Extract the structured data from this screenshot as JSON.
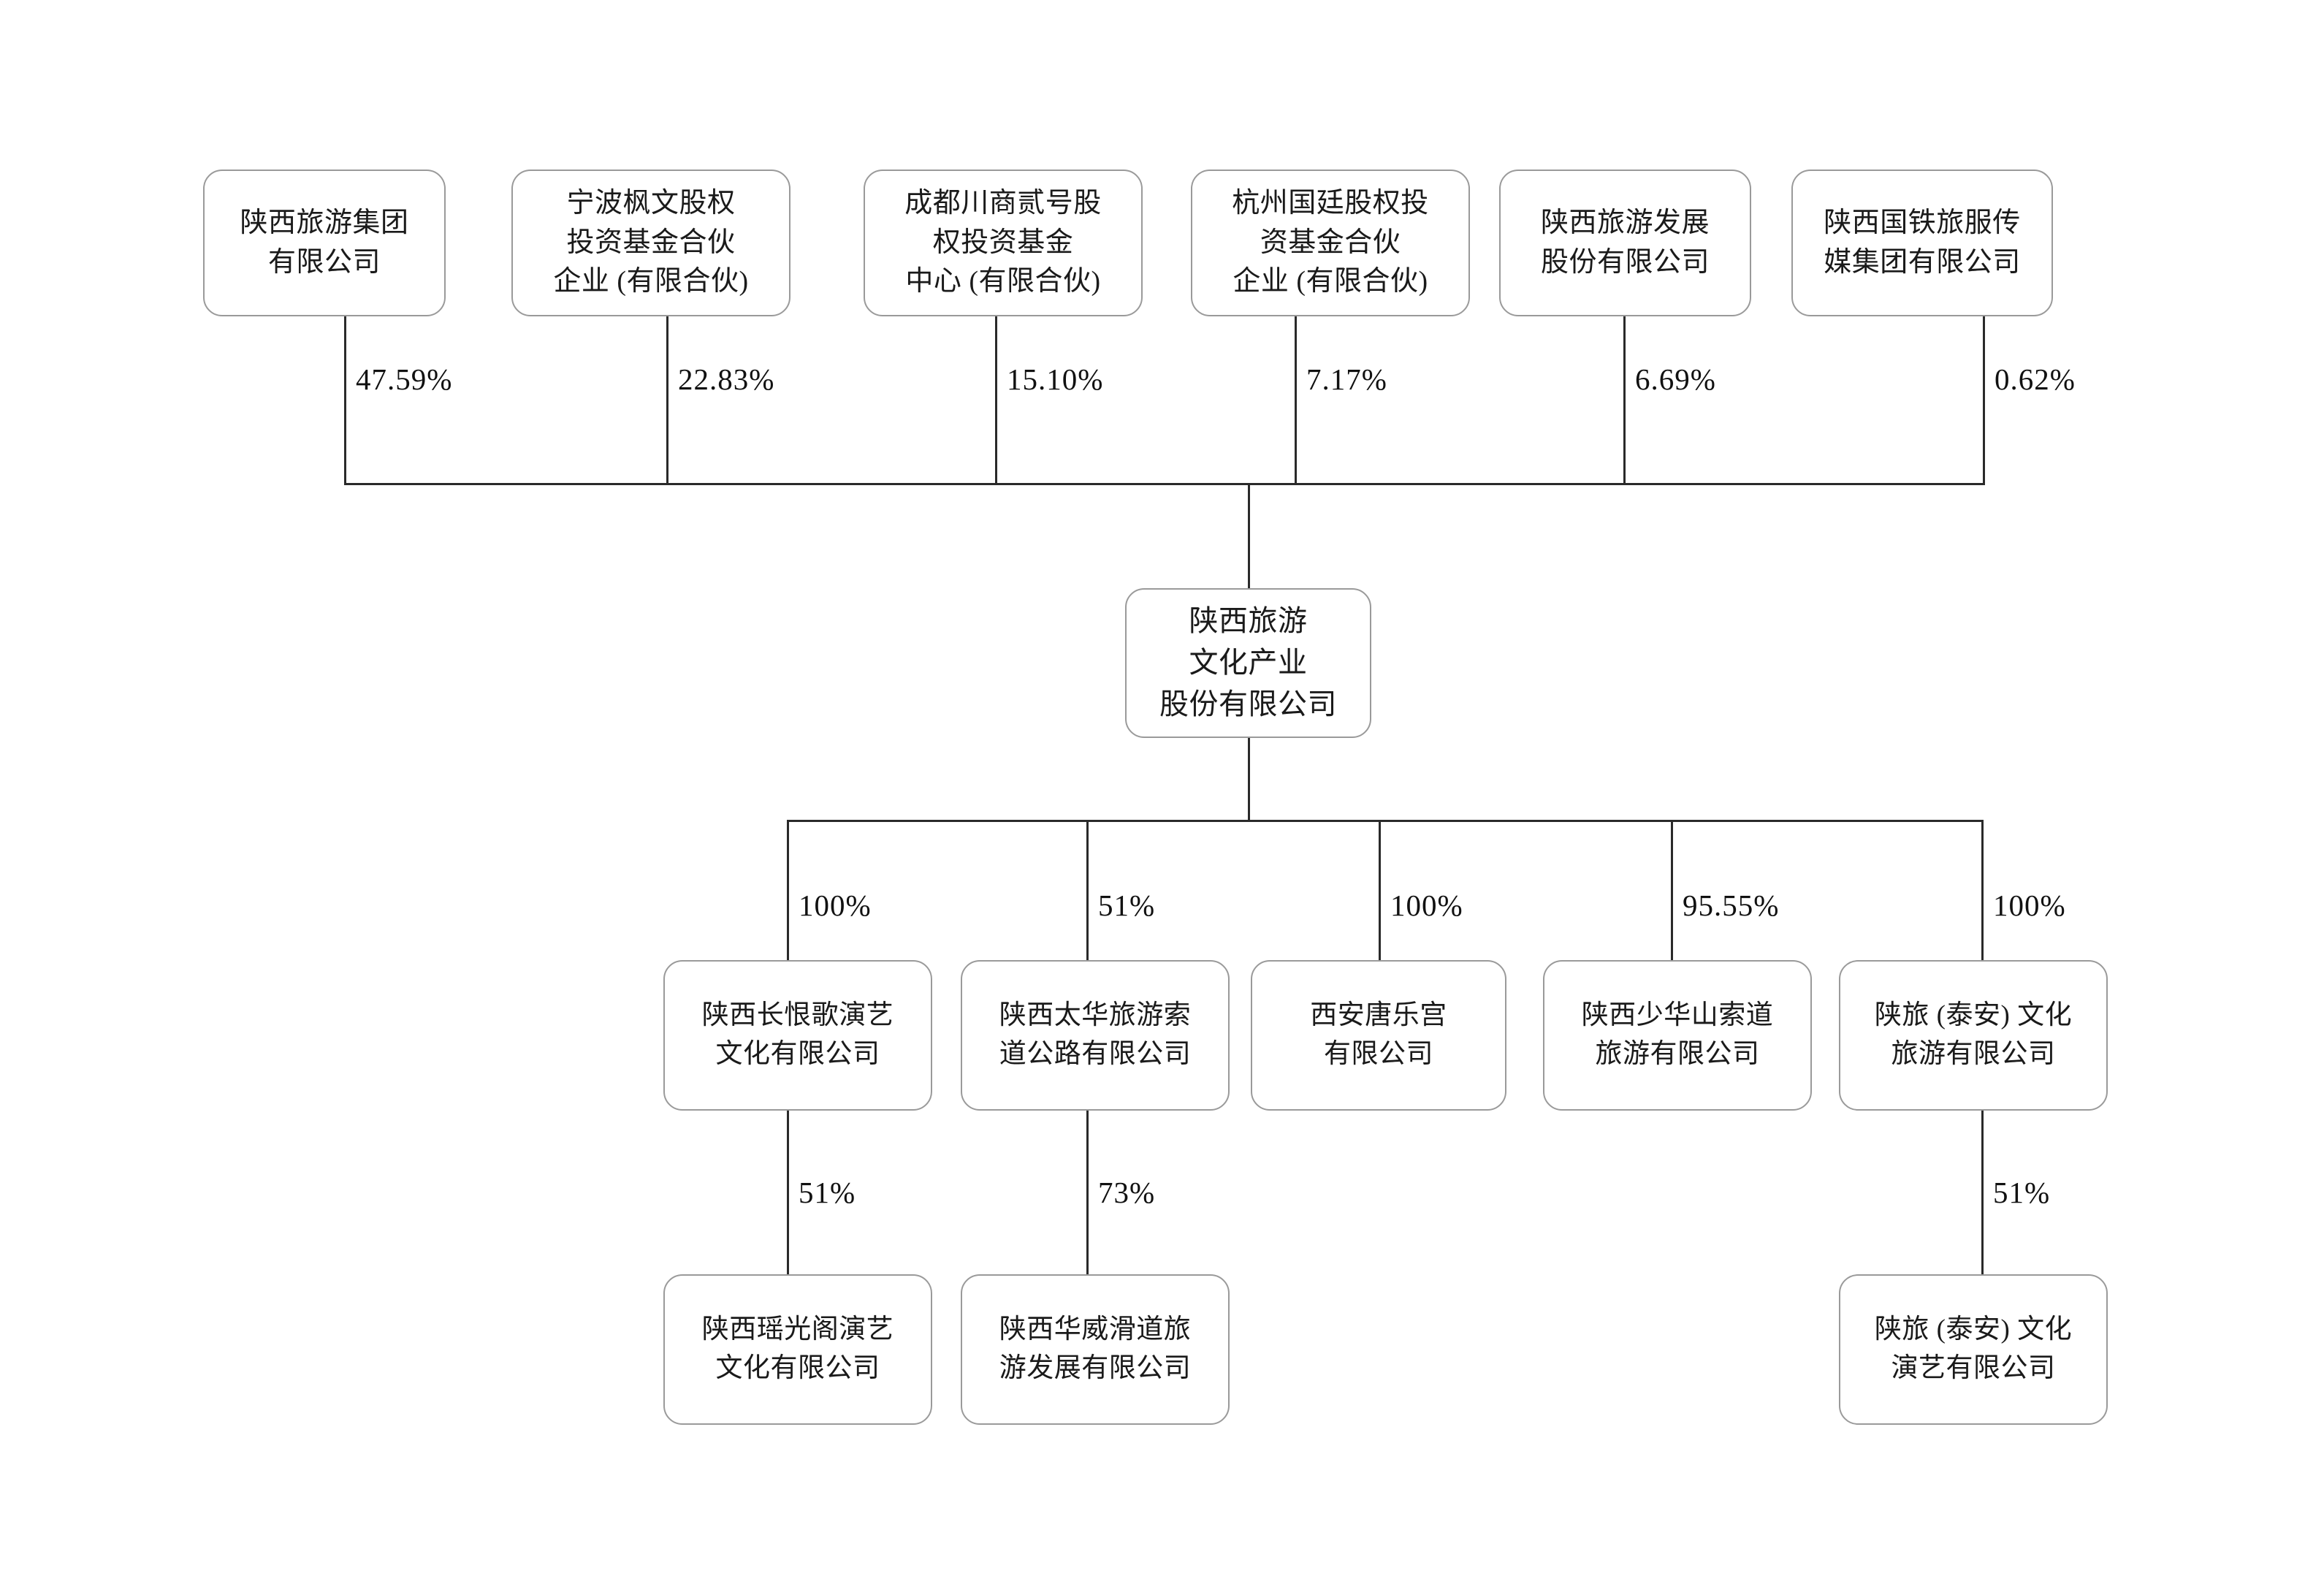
{
  "diagram": {
    "type": "org-ownership-chart",
    "line_color": "#2a2a2a",
    "box_border_color": "#9a9a9a",
    "background": "#ffffff"
  },
  "shareholders": [
    {
      "id": "sh1",
      "lines": [
        "陕西旅游集团",
        "有限公司"
      ],
      "percent": "47.59%"
    },
    {
      "id": "sh2",
      "lines": [
        "宁波枫文股权",
        "投资基金合伙",
        "企业 (有限合伙)"
      ],
      "percent": "22.83%"
    },
    {
      "id": "sh3",
      "lines": [
        "成都川商贰号股",
        "权投资基金",
        "中心 (有限合伙)"
      ],
      "percent": "15.10%"
    },
    {
      "id": "sh4",
      "lines": [
        "杭州国廷股权投",
        "资基金合伙",
        "企业 (有限合伙)"
      ],
      "percent": "7.17%"
    },
    {
      "id": "sh5",
      "lines": [
        "陕西旅游发展",
        "股份有限公司"
      ],
      "percent": "6.69%"
    },
    {
      "id": "sh6",
      "lines": [
        "陕西国铁旅服传",
        "媒集团有限公司"
      ],
      "percent": "0.62%"
    }
  ],
  "company": {
    "id": "root",
    "lines": [
      "陕西旅游",
      "文化产业",
      "股份有限公司"
    ]
  },
  "subsidiaries": [
    {
      "id": "sub1",
      "lines": [
        "陕西长恨歌演艺",
        "文化有限公司"
      ],
      "percent": "100%"
    },
    {
      "id": "sub2",
      "lines": [
        "陕西太华旅游索",
        "道公路有限公司"
      ],
      "percent": "51%"
    },
    {
      "id": "sub3",
      "lines": [
        "西安唐乐宫",
        "有限公司"
      ],
      "percent": "100%"
    },
    {
      "id": "sub4",
      "lines": [
        "陕西少华山索道",
        "旅游有限公司"
      ],
      "percent": "95.55%"
    },
    {
      "id": "sub5",
      "lines": [
        "陕旅 (泰安) 文化",
        "旅游有限公司"
      ],
      "percent": "100%"
    }
  ],
  "sub_subsidiaries": [
    {
      "id": "ss1",
      "parent": "sub1",
      "lines": [
        "陕西瑶光阁演艺",
        "文化有限公司"
      ],
      "percent": "51%"
    },
    {
      "id": "ss2",
      "parent": "sub2",
      "lines": [
        "陕西华威滑道旅",
        "游发展有限公司"
      ],
      "percent": "73%"
    },
    {
      "id": "ss3",
      "parent": "sub5",
      "lines": [
        "陕旅 (泰安) 文化",
        "演艺有限公司"
      ],
      "percent": "51%"
    }
  ]
}
